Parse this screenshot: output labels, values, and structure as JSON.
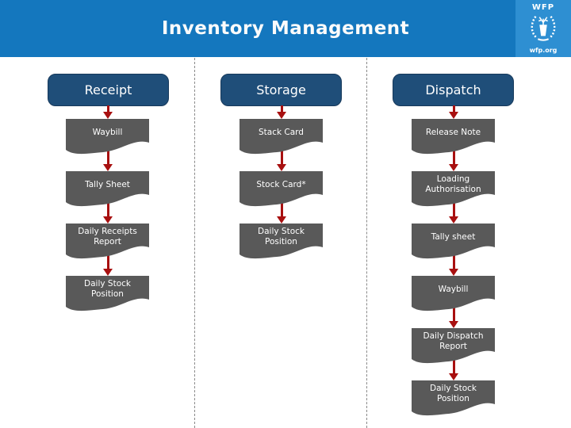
{
  "header": {
    "title": "Inventory Management"
  },
  "logo": {
    "org": "WFP",
    "site": "wfp.org",
    "emblem_icon": "wfp-wreath-emblem"
  },
  "colors": {
    "header_blue": "#1477BE",
    "logo_blue": "#2E8FD2",
    "pill_navy": "#1F4E79",
    "doc_gray": "#595959",
    "arrow_red": "#A81010",
    "separator_gray": "#8A8A8A"
  },
  "columns": [
    {
      "label": "Receipt",
      "docs": [
        "Waybill",
        "Tally Sheet",
        "Daily Receipts Report",
        "Daily Stock Position"
      ]
    },
    {
      "label": "Storage",
      "docs": [
        "Stack Card",
        "Stock Card*",
        "Daily Stock Position"
      ]
    },
    {
      "label": "Dispatch",
      "docs": [
        "Release Note",
        "Loading Authorisation",
        "Tally sheet",
        "Waybill",
        "Daily Dispatch Report",
        "Daily Stock Position"
      ]
    }
  ]
}
